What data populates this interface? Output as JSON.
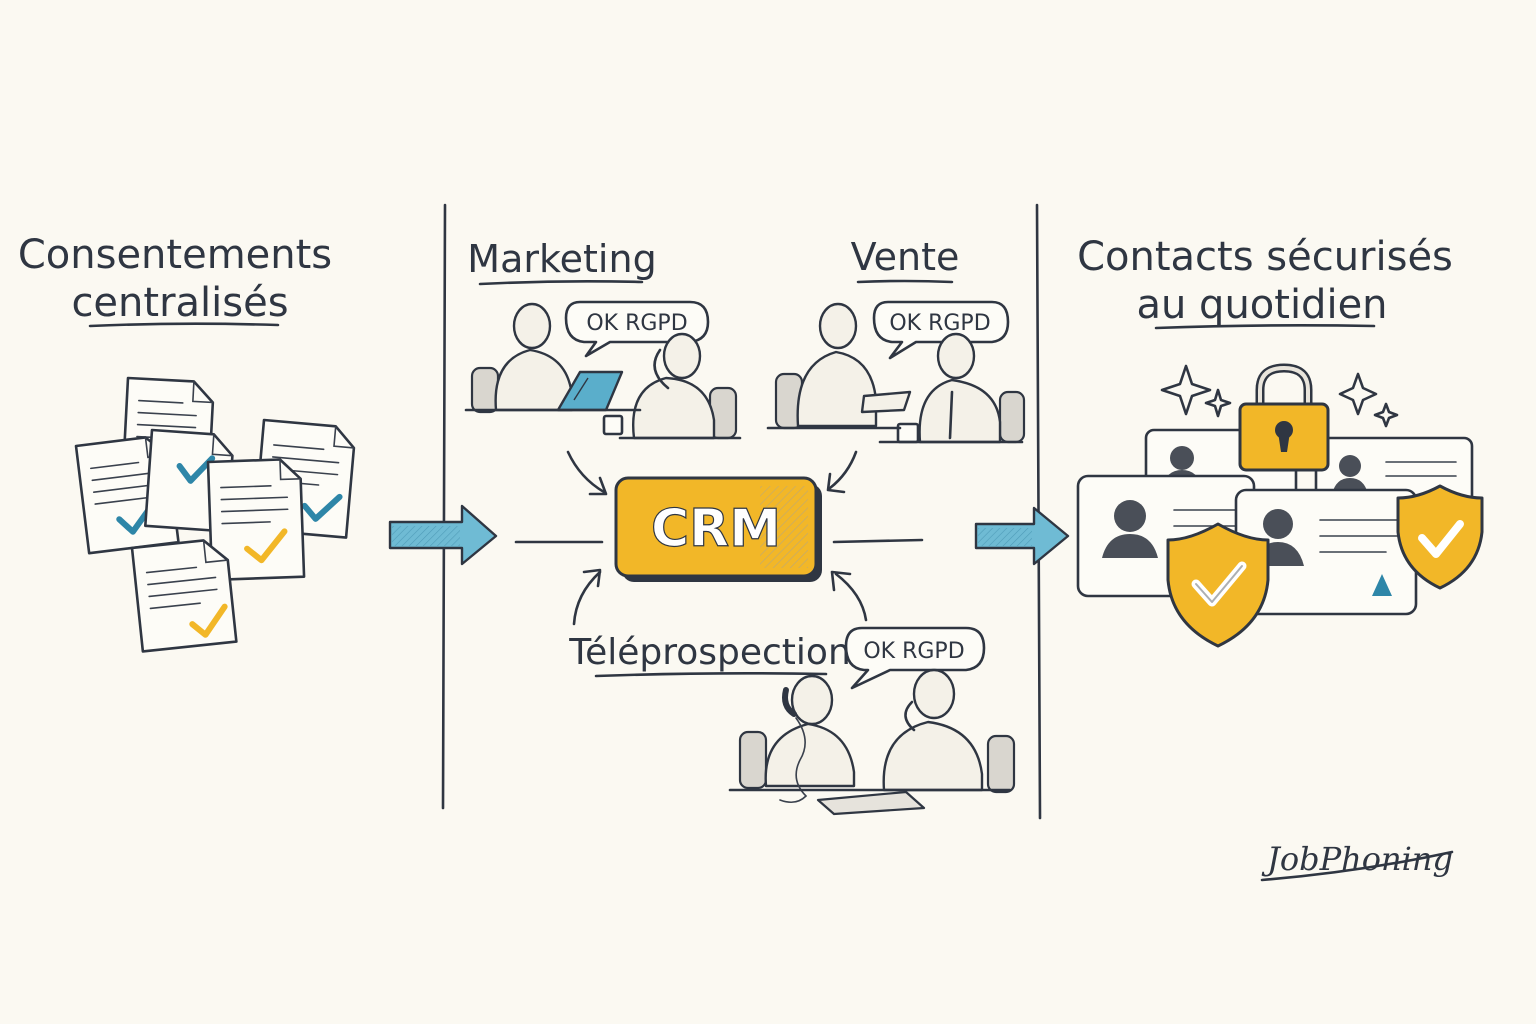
{
  "left": {
    "title_line1": "Consentements",
    "title_line2": "centralisés"
  },
  "center": {
    "marketing_label": "Marketing",
    "vente_label": "Vente",
    "teleprospection_label": "Téléprospection",
    "crm_label": "CRM",
    "bubble_marketing": "OK RGPD",
    "bubble_vente": "OK RGPD",
    "bubble_teleprospection": "OK RGPD"
  },
  "right": {
    "title_line1": "Contacts sécurisés",
    "title_line2": "au quotidien"
  },
  "brand": {
    "logo_text": "JobPhoning"
  },
  "colors": {
    "ink": "#2f3642",
    "accent_yellow": "#f2b728",
    "accent_blue": "#5aaecb",
    "check_teal": "#2e86a8",
    "background": "#fbf9f2"
  }
}
